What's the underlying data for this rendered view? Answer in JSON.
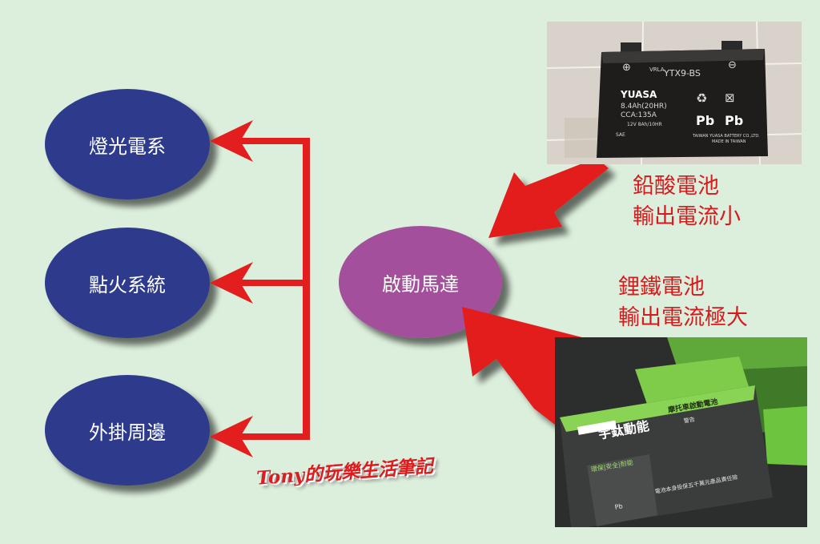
{
  "diagram": {
    "nodes": {
      "lighting": "燈光電系",
      "ignition": "點火系統",
      "accessories": "外掛周邊",
      "starter": "啟動馬達"
    },
    "colors": {
      "blue_node": "#2e3a8c",
      "purple_node": "#a44f9b",
      "arrow_red": "#e31e1e",
      "text_red": "#d8191d",
      "background": "#dcefdc"
    }
  },
  "labels": {
    "lead_acid_line1": "鉛酸電池",
    "lead_acid_line2": "輸出電流小",
    "lithium_line1": "鋰鐵電池",
    "lithium_line2": "輸出電流極大"
  },
  "watermark": "Tony的玩樂生活筆記",
  "photos": {
    "lead_acid": {
      "brand": "YUASA",
      "model": "YTX9-BS",
      "vrla": "VRLA",
      "capacity": "8.4Ah(20HR)",
      "cca": "CCA:135A",
      "rating": "12V 8Ah/10HR",
      "sae": "SAE",
      "pb1": "Pb",
      "pb2": "Pb",
      "maker": "TAIWAN YUASA BATTERY CO.,LTD.",
      "made_in": "MADE IN TAIWAN"
    },
    "lithium": {
      "brand": "宇鈦動能",
      "title": "摩托車啟動電池",
      "warning": "警告",
      "tags": "環保|安全|耐能",
      "guarantee": "電池本身投保五千萬元產品責任險",
      "pb": "Pb"
    }
  }
}
